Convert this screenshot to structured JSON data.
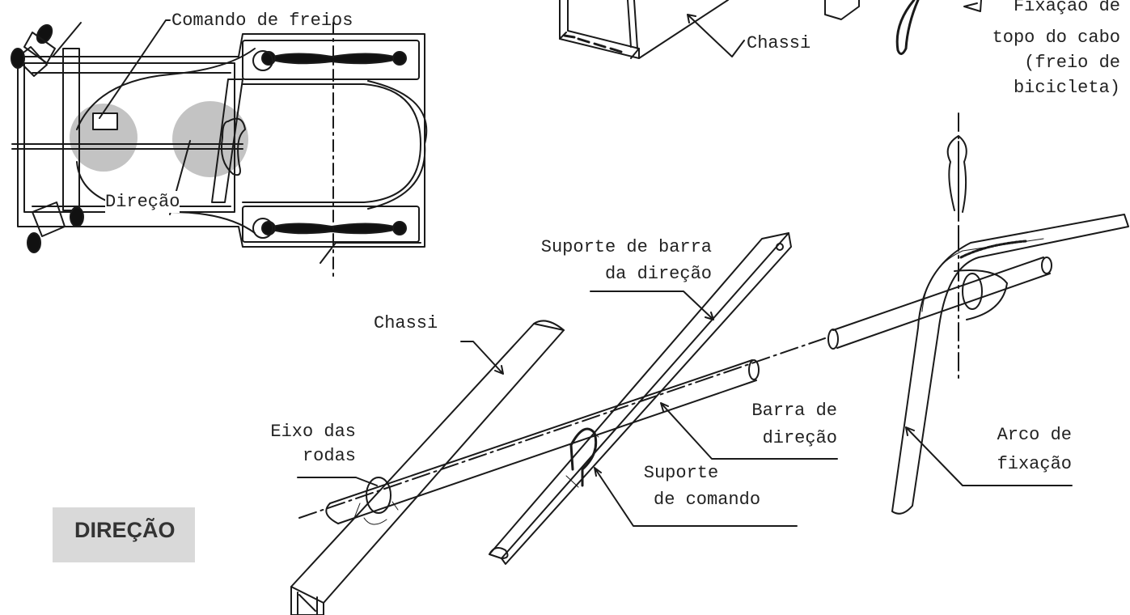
{
  "section_title": "DIREÇÃO",
  "labels": {
    "comando_freios": "Comando de freios",
    "direcao_top": "Direção",
    "chassi_top": "Chassi",
    "fixacao_line1": "Fixação de",
    "fixacao_line2": "topo do cabo",
    "fixacao_line3": "(freio de",
    "fixacao_line4": "bicicleta)",
    "suporte_barra_line1": "Suporte de barra",
    "suporte_barra_line2": "da direção",
    "chassi_main": "Chassi",
    "eixo_line1": "Eixo das",
    "eixo_line2": "rodas",
    "barra_line1": "Barra de",
    "barra_line2": "direção",
    "suporte_cmd_line1": "Suporte",
    "suporte_cmd_line2": "de comando",
    "arco_line1": "Arco de",
    "arco_line2": "fixação"
  },
  "colors": {
    "ink": "#1a1a1a",
    "highlight": "#bdbdbd",
    "badge": "#d9d9d9"
  }
}
